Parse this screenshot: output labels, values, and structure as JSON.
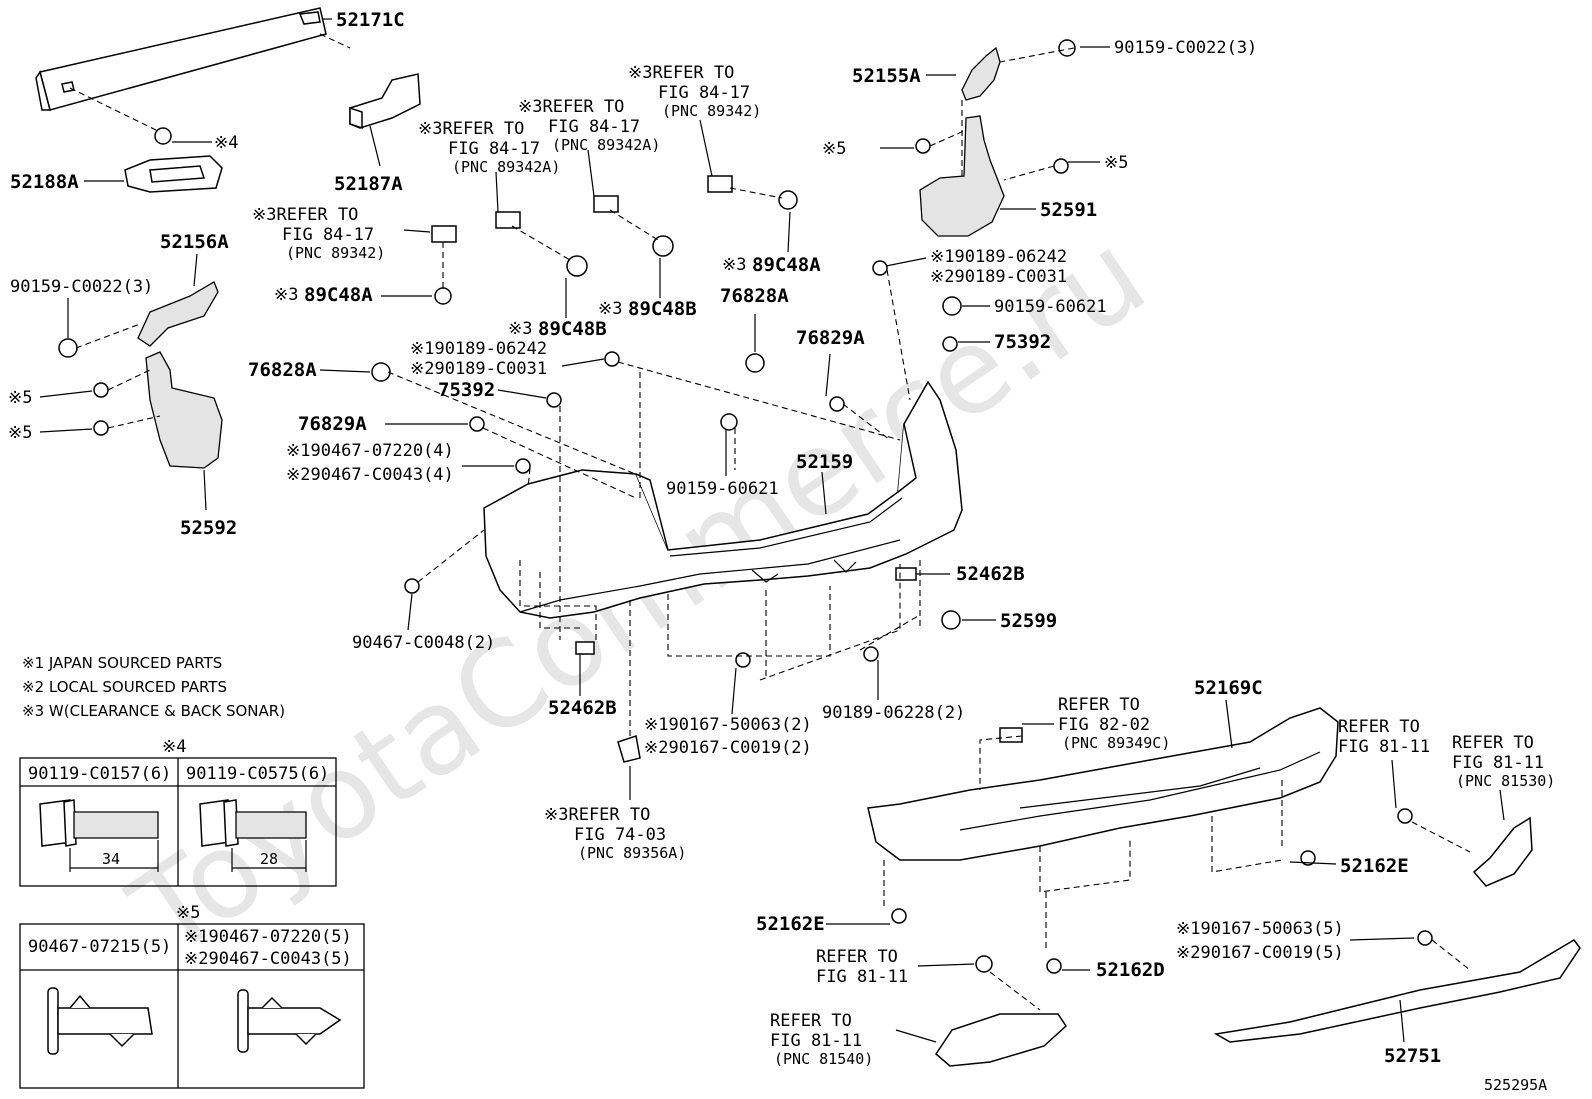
{
  "watermark": "ToyotaCommerce.ru",
  "figure_number": "525295A",
  "parts": {
    "p52171C": "52171C",
    "p52188A": "52188A",
    "p52187A": "52187A",
    "p52156A": "52156A",
    "p90159_C0022_left": "90159-C0022(3)",
    "p52592": "52592",
    "p52155A": "52155A",
    "p90159_C0022_right": "90159-C0022(3)",
    "p52591": "52591",
    "p76828A_right": "76828A",
    "p76829A_right": "76829A",
    "p75392_right": "75392",
    "p76828A_left": "76828A",
    "p76829A_left": "76829A",
    "p75392_left": "75392",
    "p90159_60621_center": "90159-60621",
    "p90159_60621_right": "90159-60621",
    "p52159": "52159",
    "p52462B_right": "52462B",
    "p52462B_left": "52462B",
    "p52599": "52599",
    "p90189_06228": "90189-06228(2)",
    "p90467_C0048": "90467-C0048(2)",
    "p52169C": "52169C",
    "p52162E_right": "52162E",
    "p52162E_left": "52162E",
    "p52162D": "52162D",
    "p52751": "52751",
    "p89C48A_left": "89C48A",
    "p89C48B_left": "89C48B",
    "p89C48B_center": "89C48B",
    "p89C48A_right": "89C48A"
  },
  "marked_labels": {
    "m4_top": "※4",
    "m5_top_left": "※5",
    "m5_top_right": "※5",
    "m5_left_a": "※5",
    "m5_left_b": "※5",
    "m3_89C48A_left": "※3",
    "m3_89C48B_left": "※3",
    "m3_89C48B_center": "※3",
    "m3_89C48A_right": "※3",
    "pair_90189_right_1": "※190189-06242",
    "pair_90189_right_2": "※290189-C0031",
    "pair_90189_left_1": "※190189-06242",
    "pair_90189_left_2": "※290189-C0031",
    "pair_90467_1": "※190467-07220(4)",
    "pair_90467_2": "※290467-C0043(4)",
    "pair_90167_1": "※190167-50063(2)",
    "pair_90167_2": "※290167-C0019(2)",
    "pair_90167b_1": "※190167-50063(5)",
    "pair_90167b_2": "※290167-C0019(5)"
  },
  "refs": {
    "r1": [
      "※3REFER TO",
      "FIG 84-17",
      "(PNC 89342)"
    ],
    "r2": [
      "※3REFER TO",
      "FIG 84-17",
      "(PNC 89342A)"
    ],
    "r3": [
      "※3REFER TO",
      "FIG 84-17",
      "(PNC 89342A)"
    ],
    "r4": [
      "※3REFER TO",
      "FIG 84-17",
      "(PNC 89342)"
    ],
    "r5": [
      "REFER TO",
      "FIG 82-02",
      "(PNC 89349C)"
    ],
    "r6": [
      "REFER TO",
      "FIG 81-11"
    ],
    "r7": [
      "REFER TO",
      "FIG 81-11",
      "(PNC 81530)"
    ],
    "r8": [
      "REFER TO",
      "FIG 81-11"
    ],
    "r9": [
      "REFER TO",
      "FIG 81-11",
      "(PNC 81540)"
    ],
    "r10": [
      "※3REFER TO",
      "FIG 74-03",
      "(PNC 89356A)"
    ]
  },
  "legend": {
    "l1": "※1 JAPAN SOURCED PARTS",
    "l2": "※2 LOCAL SOURCED PARTS",
    "l3": "※3  W(CLEARANCE & BACK SONAR)"
  },
  "table4": {
    "title": "※4",
    "col1": "90119-C0157(6)",
    "col2": "90119-C0575(6)",
    "dim1": "34",
    "dim2": "28"
  },
  "table5": {
    "title": "※5",
    "col1": "90467-07215(5)",
    "col2_line1": "※190467-07220(5)",
    "col2_line2": "※290467-C0043(5)"
  }
}
